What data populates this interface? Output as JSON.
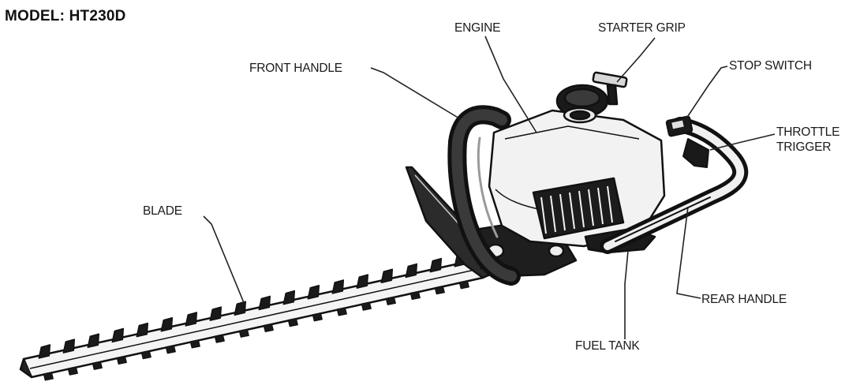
{
  "model": "MODEL: HT230D",
  "labels": {
    "engine": "ENGINE",
    "starter_grip": "STARTER GRIP",
    "front_handle": "FRONT HANDLE",
    "stop_switch": "STOP SWITCH",
    "throttle_trigger_line1": "THROTTLE",
    "throttle_trigger_line2": "TRIGGER",
    "blade": "BLADE",
    "rear_handle": "REAR HANDLE",
    "fuel_tank": "FUEL TANK"
  }
}
